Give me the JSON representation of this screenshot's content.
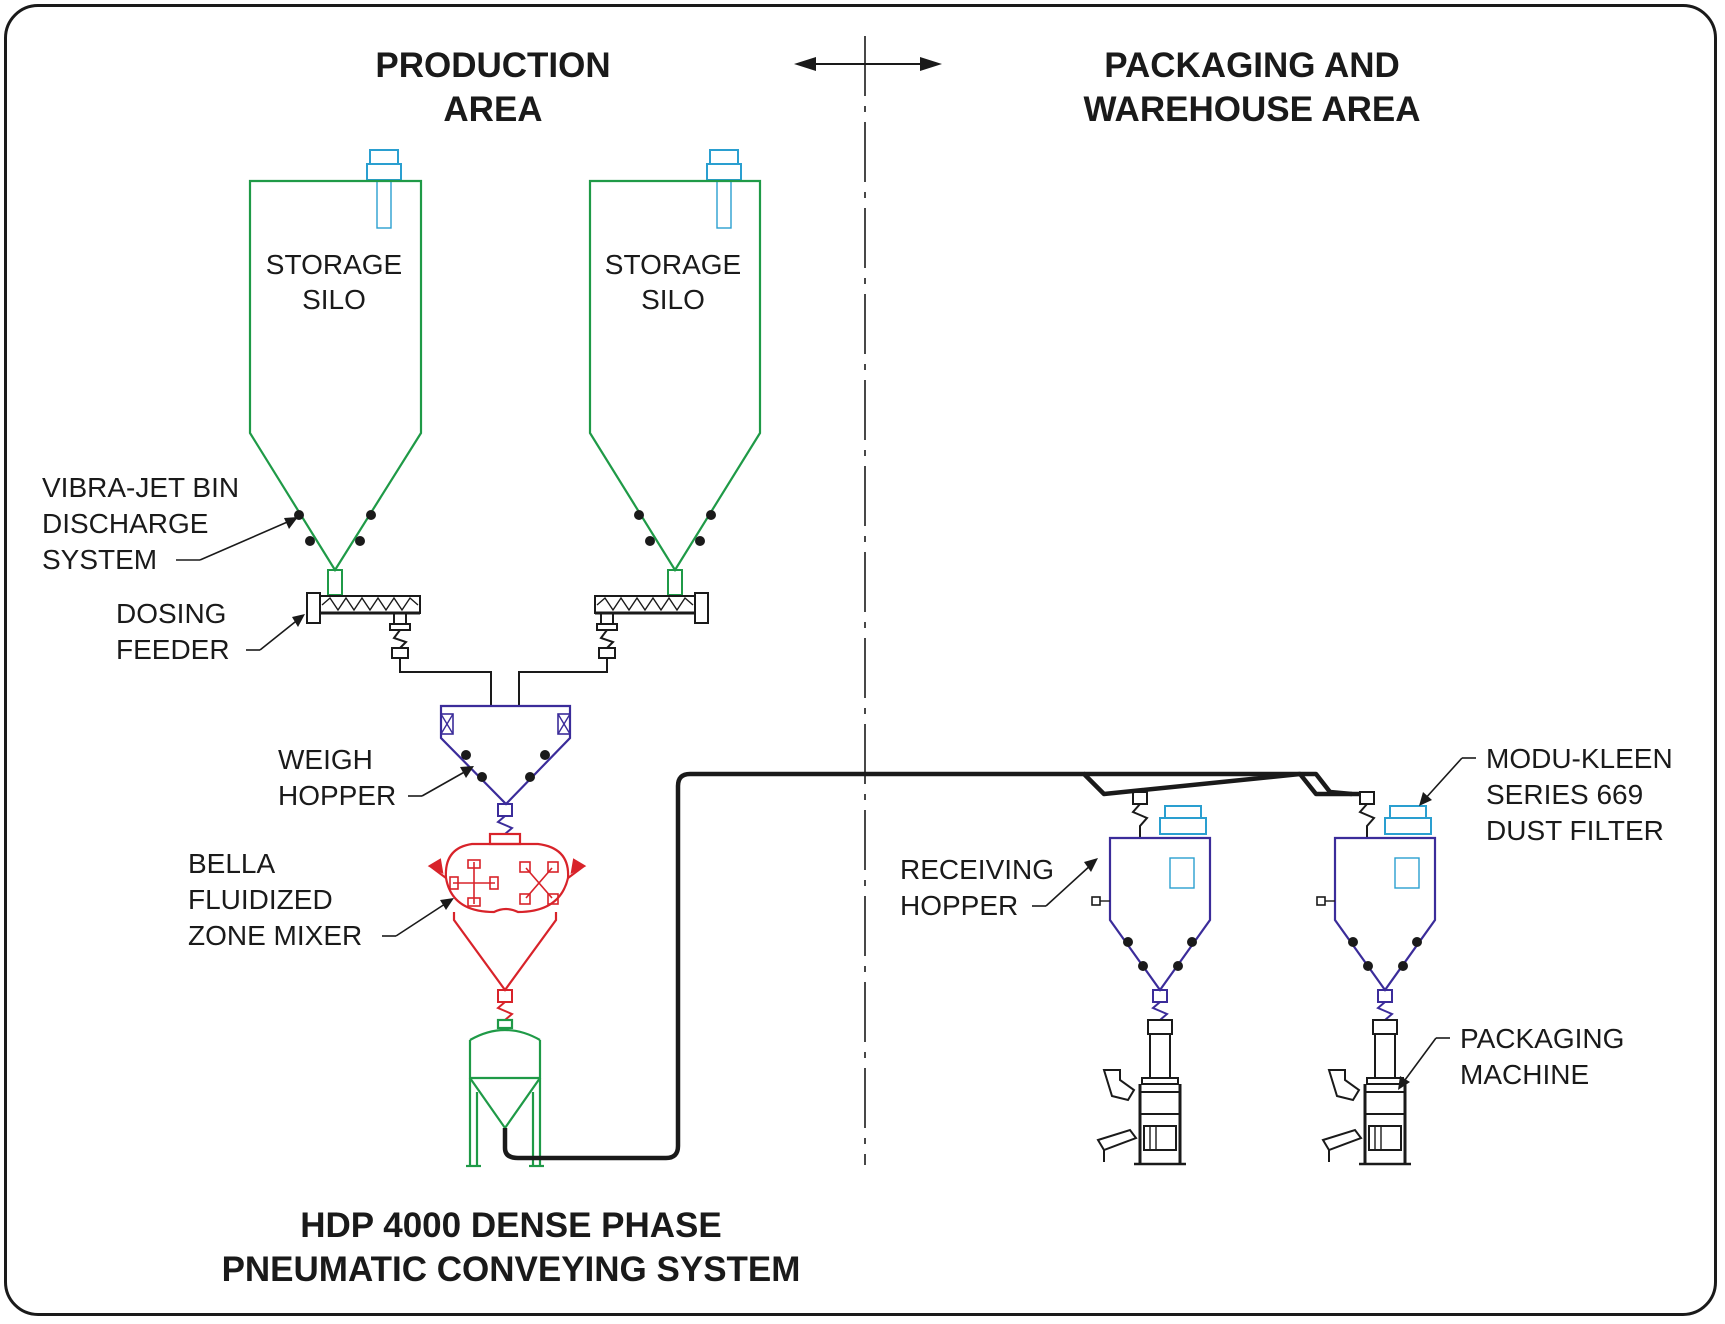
{
  "headers": {
    "production": [
      "PRODUCTION",
      "AREA"
    ],
    "packaging": [
      "PACKAGING AND",
      "WAREHOUSE AREA"
    ]
  },
  "silos": [
    {
      "label": [
        "STORAGE",
        "SILO"
      ]
    },
    {
      "label": [
        "STORAGE",
        "SILO"
      ]
    }
  ],
  "callouts": {
    "vibra_jet": [
      "VIBRA-JET BIN",
      "DISCHARGE",
      "SYSTEM"
    ],
    "dosing_feeder": [
      "DOSING",
      "FEEDER"
    ],
    "weigh_hopper": [
      "WEIGH",
      "HOPPER"
    ],
    "mixer": [
      "BELLA",
      "FLUIDIZED",
      "ZONE MIXER"
    ],
    "receiving_hopper": [
      "RECEIVING",
      "HOPPER"
    ],
    "dust_filter": [
      "MODU-KLEEN",
      "SERIES 669",
      "DUST FILTER"
    ],
    "packaging_machine": [
      "PACKAGING",
      "MACHINE"
    ]
  },
  "footer": [
    "HDP 4000 DENSE PHASE",
    "PNEUMATIC CONVEYING SYSTEM"
  ],
  "colors": {
    "silo": "#1f9a47",
    "filter": "#2a9fd0",
    "hopper": "#3b2c9a",
    "mixer": "#d8232a",
    "line": "#1a1a1a"
  }
}
